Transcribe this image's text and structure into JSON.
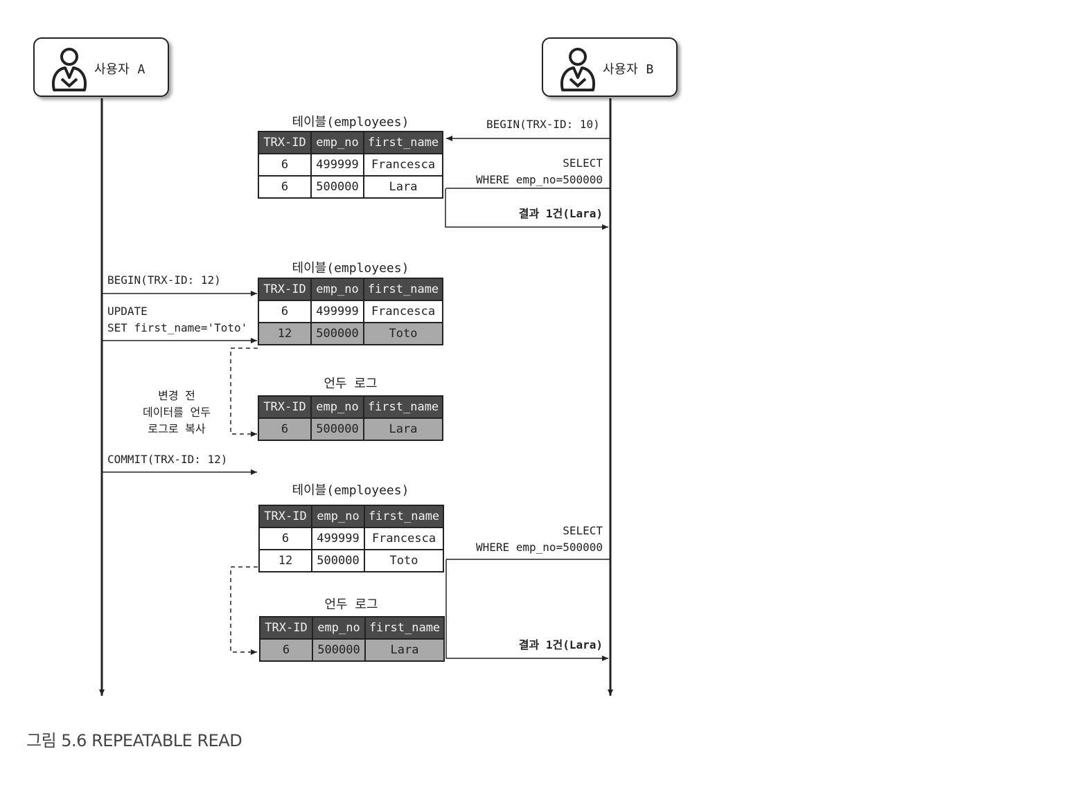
{
  "actors": {
    "a": {
      "label": "사용자 A",
      "icon": "user-icon"
    },
    "b": {
      "label": "사용자 B",
      "icon": "user-icon"
    }
  },
  "columns": [
    "TRX-ID",
    "emp_no",
    "first_name"
  ],
  "tables": {
    "t1": {
      "caption": "테이블(employees)",
      "rows": [
        [
          "6",
          "499999",
          "Francesca"
        ],
        [
          "6",
          "500000",
          "Lara"
        ]
      ]
    },
    "t2": {
      "caption": "테이블(employees)",
      "rows": [
        [
          "6",
          "499999",
          "Francesca"
        ],
        [
          "12",
          "500000",
          "Toto"
        ]
      ]
    },
    "u1": {
      "caption": "언두 로그",
      "rows": [
        [
          "6",
          "500000",
          "Lara"
        ]
      ]
    },
    "t3": {
      "caption": "테이블(employees)",
      "rows": [
        [
          "6",
          "499999",
          "Francesca"
        ],
        [
          "12",
          "500000",
          "Toto"
        ]
      ]
    },
    "u2": {
      "caption": "언두 로그",
      "rows": [
        [
          "6",
          "500000",
          "Lara"
        ]
      ]
    }
  },
  "messages": {
    "b_begin": "BEGIN(TRX-ID: 10)",
    "b_select1_l1": "SELECT",
    "b_select1_l2": "WHERE emp_no=500000",
    "b_result1": "결과 1건(Lara)",
    "a_begin": "BEGIN(TRX-ID: 12)",
    "a_update_l1": "UPDATE",
    "a_update_l2": "SET first_name='Toto'",
    "undo_note_l1": "변경 전",
    "undo_note_l2": "데이터를 언두",
    "undo_note_l3": "로그로 복사",
    "a_commit": "COMMIT(TRX-ID: 12)",
    "b_select2_l1": "SELECT",
    "b_select2_l2": "WHERE emp_no=500000",
    "b_result2": "결과 1건(Lara)"
  },
  "caption": "그림 5.6 REPEATABLE READ",
  "colors": {
    "line": "#222222",
    "header_bg": "#4a4a4a",
    "highlight_bg": "#a9a9a9"
  }
}
